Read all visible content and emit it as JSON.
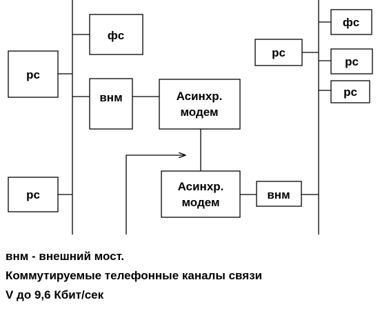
{
  "boxes": {
    "left_fs": "фс",
    "left_pc_top": "рс",
    "left_bridge": "внм",
    "left_pc_bottom": "рс",
    "modem_top_line1": "Асинхр.",
    "modem_top_line2": "модем",
    "modem_bottom_line1": "Асинхр.",
    "modem_bottom_line2": "модем",
    "right_bridge": "внм",
    "right_pc": "рс",
    "right_fs": "фс",
    "right_pc_2": "рс",
    "right_pc_3": "рс"
  },
  "captions": {
    "line1": "внм - внешний мост.",
    "line2": "Коммутируемые телефонные каналы связи",
    "line3": "V  до 9,6 Кбит/сек"
  },
  "colors": {
    "stroke": "#000000",
    "fill": "#ffffff",
    "text": "#000000"
  }
}
